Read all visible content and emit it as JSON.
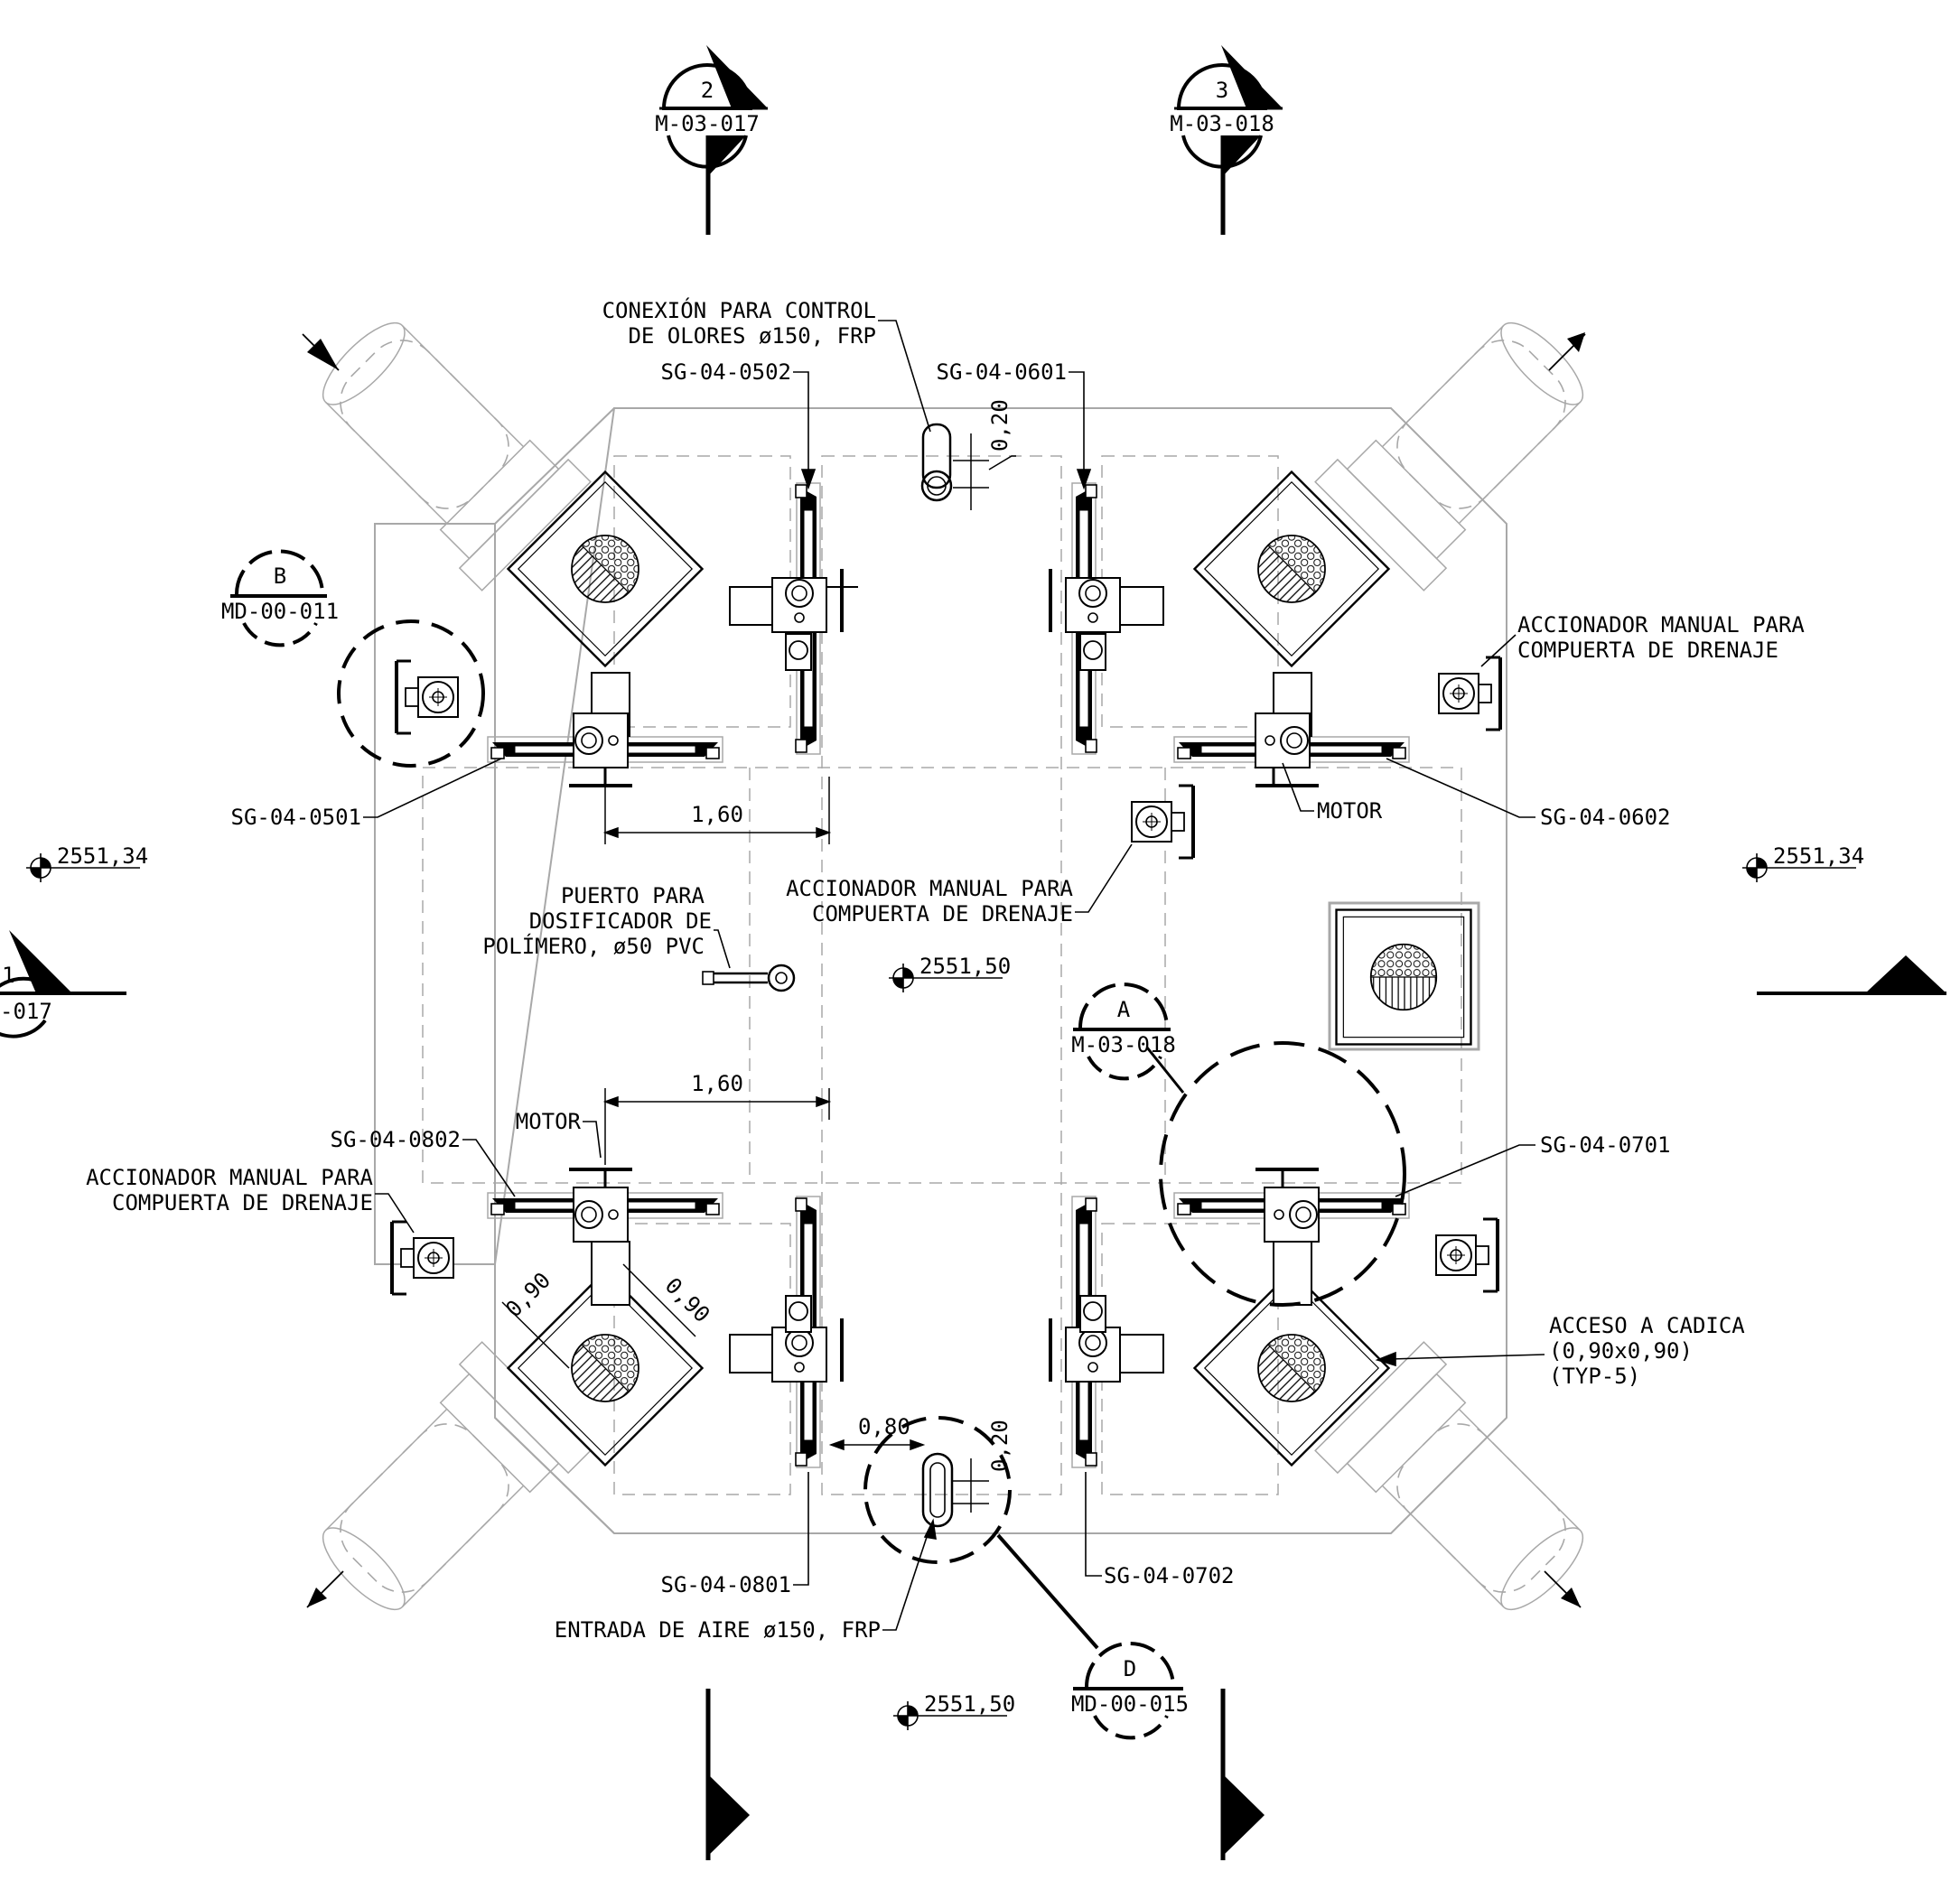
{
  "section_markers": {
    "top_left": {
      "number": "2",
      "sheet": "M-03-017"
    },
    "top_right": {
      "number": "3",
      "sheet": "M-03-018"
    },
    "left": {
      "number": "1",
      "sheet": "-017"
    }
  },
  "detail_markers": {
    "b": {
      "letter": "B",
      "sheet": "MD-00-011"
    },
    "a": {
      "letter": "A",
      "sheet": "M-03-018"
    },
    "d": {
      "letter": "D",
      "sheet": "MD-00-015"
    }
  },
  "labels": {
    "odor_control_1": "CONEXIÓN PARA CONTROL",
    "odor_control_2": "DE OLORES ø150, FRP",
    "sg_0502": "SG-04-0502",
    "sg_0601": "SG-04-0601",
    "sg_0501": "SG-04-0501",
    "sg_0602": "SG-04-0602",
    "sg_0802": "SG-04-0802",
    "sg_0701": "SG-04-0701",
    "sg_0801": "SG-04-0801",
    "sg_0702": "SG-04-0702",
    "manual_top_right_1": "ACCIONADOR MANUAL PARA",
    "manual_top_right_2": "COMPUERTA DE DRENAJE",
    "manual_center_1": "ACCIONADOR MANUAL PARA",
    "manual_center_2": "COMPUERTA DE DRENAJE",
    "manual_left_1": "ACCIONADOR MANUAL PARA",
    "manual_left_2": "COMPUERTA DE DRENAJE",
    "motor_right": "MOTOR",
    "motor_left": "MOTOR",
    "polymer_1": "PUERTO PARA",
    "polymer_2": "DOSIFICADOR DE",
    "polymer_3": "POLÍMERO, ø50 PVC",
    "access_1": "ACCESO A CADICA",
    "access_2": "(0,90x0,90)",
    "access_3": "(TYP-5)",
    "air_inlet": "ENTRADA DE AIRE ø150, FRP"
  },
  "elevations": {
    "left": "2551,34",
    "right": "2551,34",
    "center": "2551,50",
    "bottom": "2551,50"
  },
  "dimensions": {
    "top_width": "1,60",
    "bottom_width": "1,60",
    "top_gap": "0,20",
    "bottom_gap": "0,20",
    "inlet_offset": "0,80",
    "access_side_a": "0,90",
    "access_side_b": "0,90"
  }
}
